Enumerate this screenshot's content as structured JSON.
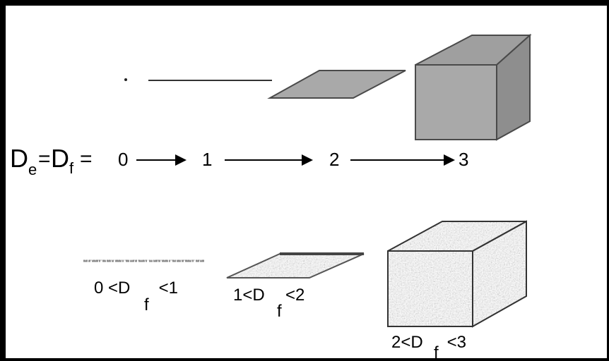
{
  "colors": {
    "border": "#000000",
    "background": "#ffffff",
    "euclidean_fill": "#a9a9a9",
    "euclidean_stroke": "#4a4a4a",
    "fractal_texture_light": "#e8e8e8",
    "fractal_texture_dark": "#9a9a9a"
  },
  "euclidean_row": {
    "dimension_symbol": "D",
    "subscript_e": "e",
    "subscript_f": "f",
    "equals": "=",
    "values": [
      "0",
      "1",
      "2",
      "3"
    ]
  },
  "fractal_row": {
    "labels": [
      {
        "left": "0 <D",
        "sub": "f",
        "right": " <1"
      },
      {
        "left": "1<D",
        "sub": "f",
        "right": "<2"
      },
      {
        "left": "2<D",
        "sub": "f",
        "right": " <3"
      }
    ]
  }
}
